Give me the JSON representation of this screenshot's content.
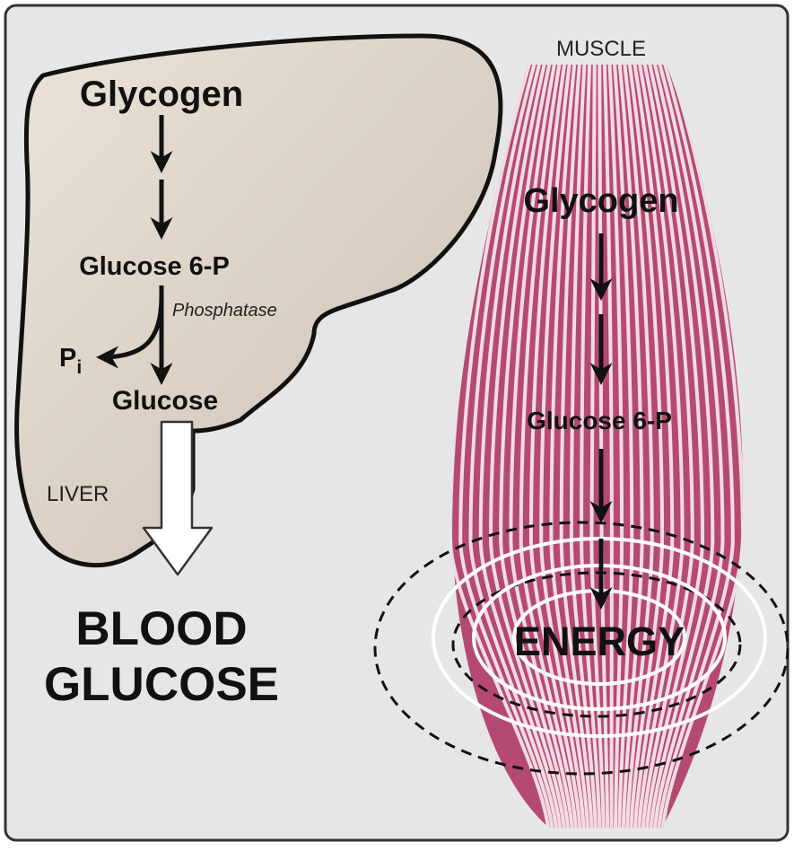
{
  "liver": {
    "label": "LIVER",
    "glycogen": "Glycogen",
    "glucose6p": "Glucose 6-P",
    "phosphatase": "Phosphatase",
    "pi": "P",
    "pi_sub": "i",
    "glucose": "Glucose"
  },
  "blood_glucose": {
    "line1": "BLOOD",
    "line2": "GLUCOSE"
  },
  "muscle": {
    "label": "MUSCLE",
    "glycogen": "Glycogen",
    "glucose6p": "Glucose 6-P",
    "energy": "ENERGY"
  },
  "colors": {
    "panel_bg": "#e6e6e6",
    "liver_fill": "#dcd2c6",
    "muscle_fill": "#b44a74",
    "muscle_stripe": "#f3dbe4",
    "text": "#111111"
  }
}
